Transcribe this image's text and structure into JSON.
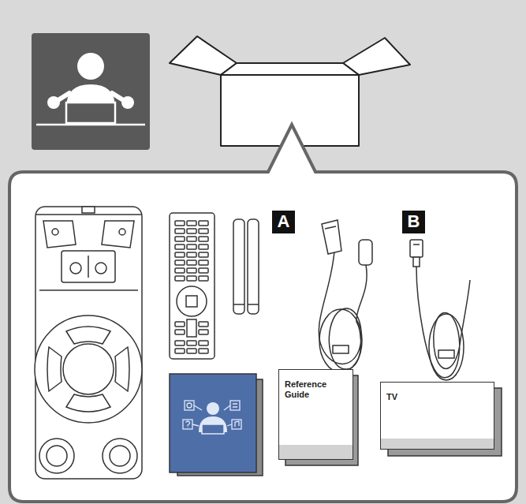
{
  "diagram": {
    "nodes": [
      {
        "text": [
          "A"
        ]
      },
      {
        "text": [
          "B"
        ]
      },
      {
        "text": [
          "Reference Guide"
        ]
      },
      {
        "text": [
          "TV"
        ]
      }
    ]
  }
}
